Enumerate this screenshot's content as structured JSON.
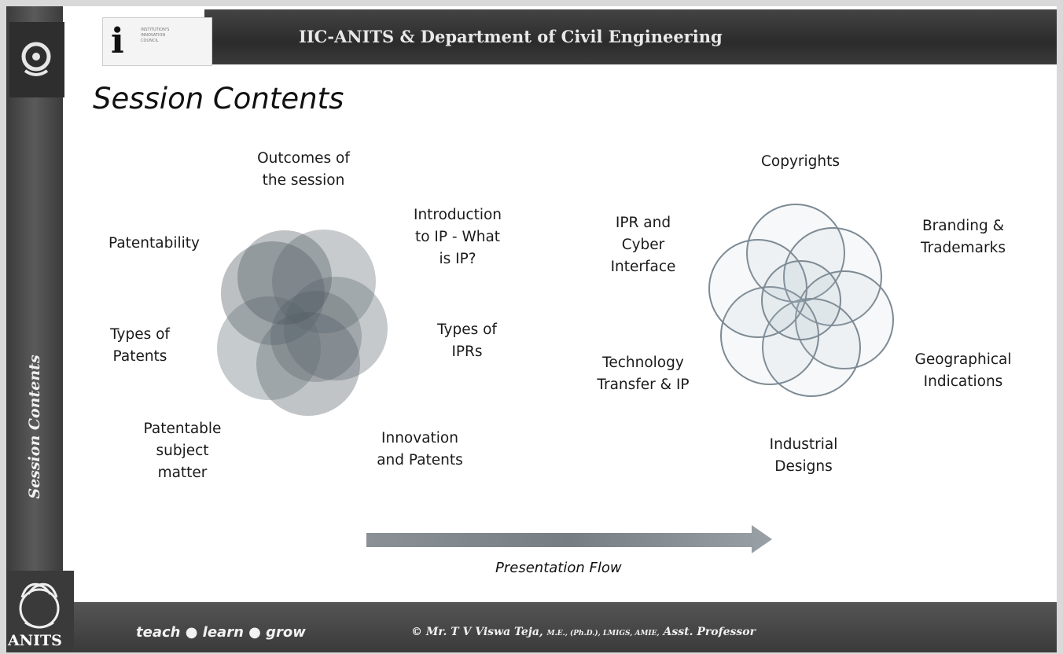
{
  "header": {
    "title": "IIC-ANITS & Department of Civil Engineering"
  },
  "slide": {
    "title": "Session Contents",
    "side_label": "Session Contents"
  },
  "logos": {
    "iic_text": "INSTITUTION'S\nINNOVATION\nCOUNCIL",
    "anits": "ANITS"
  },
  "left_cluster": {
    "labels": [
      "Outcomes of\nthe session",
      "Introduction\nto IP - What\nis IP?",
      "Patentability",
      "Types of\nIPRs",
      "Types of\nPatents",
      "Patentable\nsubject\nmatter",
      "Innovation\nand Patents"
    ]
  },
  "right_cluster": {
    "labels": [
      "Copyrights",
      "IPR and\nCyber\nInterface",
      "Branding &\nTrademarks",
      "Technology\nTransfer & IP",
      "Geographical\nIndications",
      "Industrial\nDesigns"
    ]
  },
  "flow": {
    "label": "Presentation Flow"
  },
  "footer": {
    "tagline": "teach ● learn ● grow",
    "credit_name": "© Mr. T V Viswa Teja,",
    "credit_quals": "M.E., (Ph.D.), LMIGS, AMIE,",
    "credit_role": "Asst. Professor"
  },
  "colors": {
    "header_bar": "#333333",
    "sidebar": "#4a4a4a",
    "left_circles": "#5f6a70",
    "right_circles": "#7a8a96"
  }
}
